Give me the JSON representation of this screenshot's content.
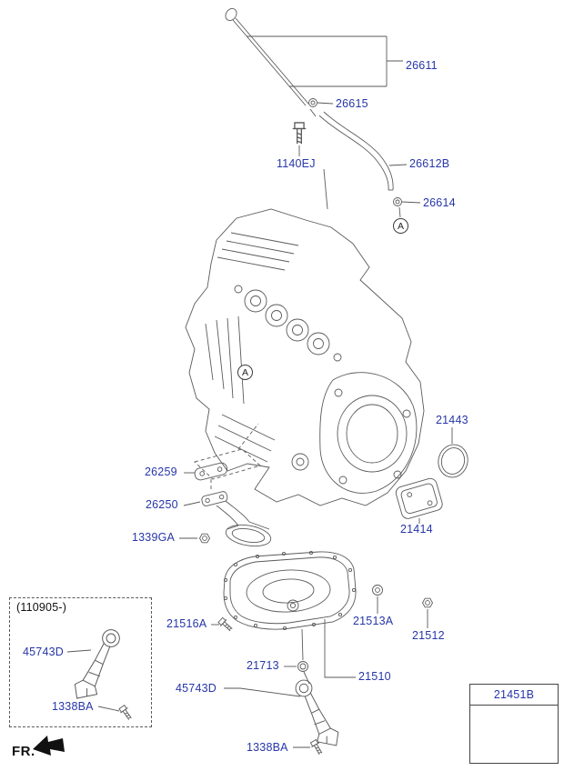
{
  "colors": {
    "label_blue": "#2636a8",
    "line_gray": "#5a5a5a",
    "dark_text": "#111111"
  },
  "callout_letter": "A",
  "fr_label": "FR.",
  "variant_box": {
    "caption": "(110905-)"
  },
  "labels": {
    "dipstick": "26611",
    "dipstick_grommet": "26615",
    "tube_bolt": "1140EJ",
    "filler_tube": "26612B",
    "tube_grommet": "26614",
    "seal": "21443",
    "gasket": "26259",
    "pickup": "26250",
    "nut": "1339GA",
    "plate": "21414",
    "pan_bolt": "21516A",
    "washer": "21513A",
    "plug": "21512",
    "oil_pan": "21510",
    "oring": "21713",
    "sensor": "45743D",
    "sensor_bolt": "1338BA",
    "bracket": "21451B"
  }
}
